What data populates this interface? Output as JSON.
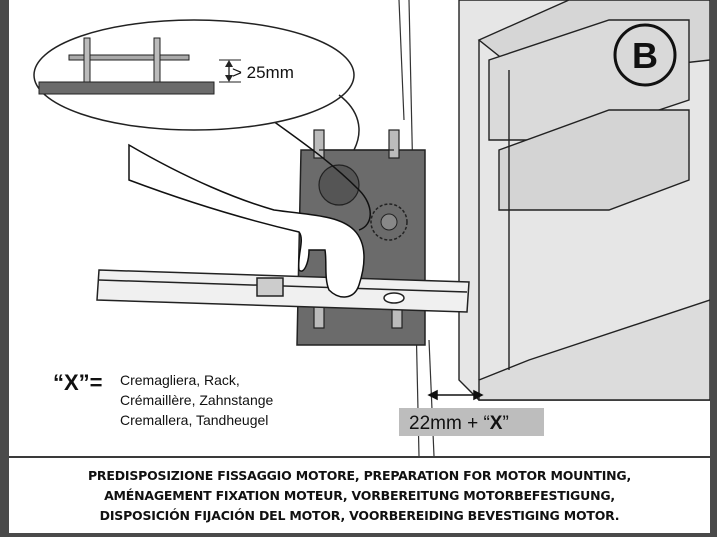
{
  "badge": {
    "letter": "B"
  },
  "callout": {
    "label": "> 25mm"
  },
  "gap_label": {
    "text": "22mm + “",
    "x": "X",
    "close": "”"
  },
  "legend": {
    "symbol": "“X”=",
    "lines": [
      "Cremagliera, Rack,",
      "Crémaillère, Zahnstange",
      "Cremallera, Tandheugel"
    ]
  },
  "caption": {
    "lines": [
      "PREDISPOSIZIONE FISSAGGIO MOTORE, PREPARATION FOR MOTOR MOUNTING,",
      "AMÉNAGEMENT FIXATION MOTEUR, VORBEREITUNG MOTORBEFESTIGUNG,",
      "DISPOSICIÓN FIJACIÓN DEL MOTOR, VOORBEREIDING BEVESTIGING MOTOR."
    ]
  },
  "colors": {
    "frame": "#4a4a4a",
    "plate": "#6b6b6b",
    "gate": "#e4e4e4",
    "label_bg": "#bdbdbd"
  }
}
